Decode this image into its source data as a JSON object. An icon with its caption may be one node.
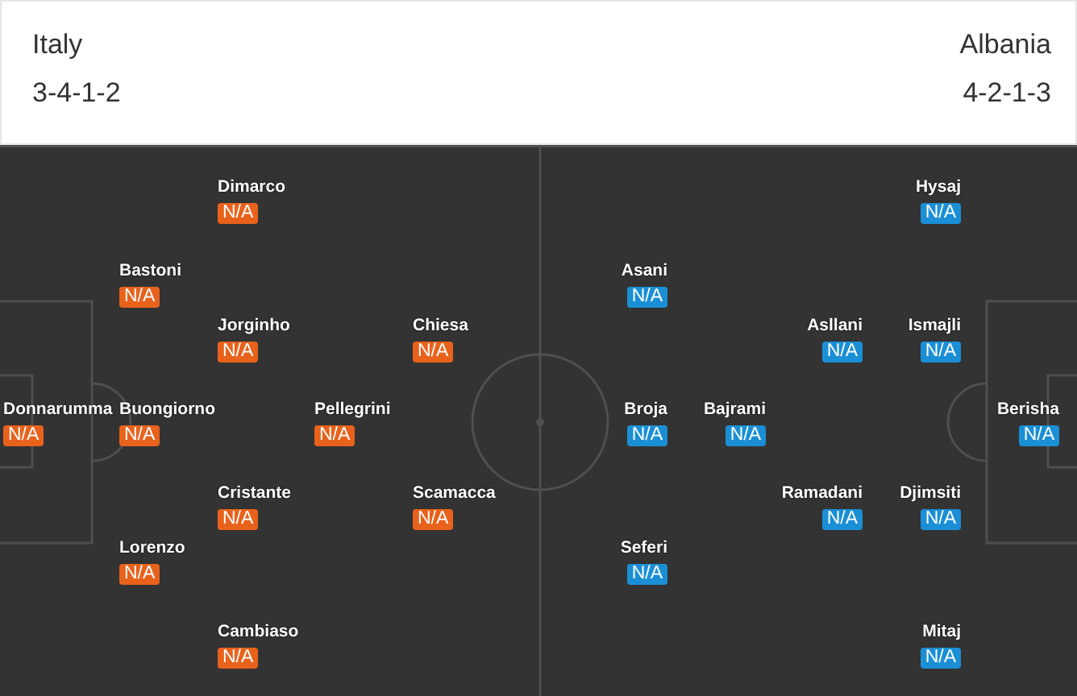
{
  "diagram": {
    "nodes": [
      {
        "text": [
          "N/A"
        ],
        "beside": [
          "Donnarumma"
        ]
      },
      {
        "text": [
          "N/A"
        ],
        "beside": [
          "Bastoni"
        ]
      },
      {
        "text": [
          "N/A"
        ],
        "beside": [
          "Buongiorno"
        ]
      },
      {
        "text": [
          "N/A"
        ],
        "beside": [
          "Lorenzo"
        ]
      },
      {
        "text": [
          "N/A"
        ],
        "beside": [
          "Dimarco"
        ]
      },
      {
        "text": [
          "N/A"
        ],
        "beside": [
          "Jorginho"
        ]
      },
      {
        "text": [
          "N/A"
        ],
        "beside": [
          "Cristante"
        ]
      },
      {
        "text": [
          "N/A"
        ],
        "beside": [
          "Cambiaso"
        ]
      },
      {
        "text": [
          "N/A"
        ],
        "beside": [
          "Pellegrini"
        ]
      },
      {
        "text": [
          "N/A"
        ],
        "beside": [
          "Chiesa"
        ]
      },
      {
        "text": [
          "N/A"
        ],
        "beside": [
          "Scamacca"
        ]
      },
      {
        "text": [
          "N/A"
        ],
        "beside": [
          "Berisha"
        ]
      },
      {
        "text": [
          "N/A"
        ],
        "beside": [
          "Hysaj"
        ]
      },
      {
        "text": [
          "N/A"
        ],
        "beside": [
          "Ismajli"
        ]
      },
      {
        "text": [
          "N/A"
        ],
        "beside": [
          "Djimsiti"
        ]
      },
      {
        "text": [
          "N/A"
        ],
        "beside": [
          "Mitaj"
        ]
      },
      {
        "text": [
          "N/A"
        ],
        "beside": [
          "Asllani"
        ]
      },
      {
        "text": [
          "N/A"
        ],
        "beside": [
          "Ramadani"
        ]
      },
      {
        "text": [
          "N/A"
        ],
        "beside": [
          "Bajrami"
        ]
      },
      {
        "text": [
          "N/A"
        ],
        "beside": [
          "Asani"
        ]
      },
      {
        "text": [
          "N/A"
        ],
        "beside": [
          "Broja"
        ]
      },
      {
        "text": [
          "N/A"
        ],
        "beside": [
          "Seferi"
        ]
      }
    ],
    "labels": [
      "Italy",
      "3-4-1-2",
      "Albania",
      "4-2-1-3"
    ]
  }
}
